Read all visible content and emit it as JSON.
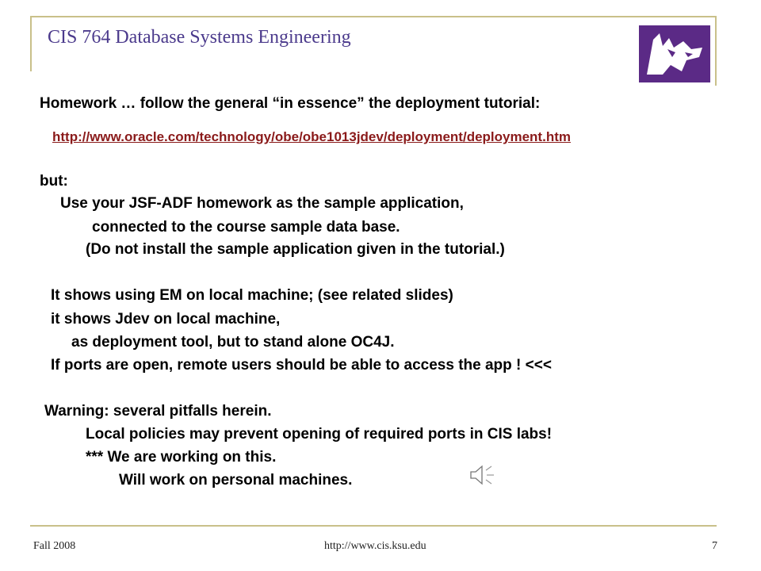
{
  "header": {
    "title": "CIS 764 Database Systems Engineering"
  },
  "body": {
    "intro": "Homework … follow the general  “in essence” the deployment tutorial:",
    "link": "http://www.oracle.com/technology/obe/obe1013jdev/deployment/deployment.htm",
    "lines": [
      "but:",
      "Use your JSF-ADF homework as the sample application,",
      "connected to the course sample data base.",
      "(Do not install the sample application given in the tutorial.)",
      "It shows using EM  on local machine; (see related slides)",
      "it shows Jdev on local machine,",
      "as deployment tool,  but to stand alone OC4J.",
      "If ports are open,  remote users should be able to access the app ! <<<",
      "Warning:  several pitfalls herein.",
      "Local policies may prevent opening of required ports in CIS labs!",
      "*** We are working on this.",
      "Will work on personal machines."
    ]
  },
  "footer": {
    "left": "Fall 2008",
    "center": "http://www.cis.ksu.edu",
    "page_number": "7"
  },
  "colors": {
    "title": "#4b3a8c",
    "frame": "#c9c08a",
    "logo": "#5b2a86",
    "link": "#8a1a1a"
  },
  "icons": {
    "logo": "wildcat-logo-icon",
    "audio": "speaker-icon"
  }
}
